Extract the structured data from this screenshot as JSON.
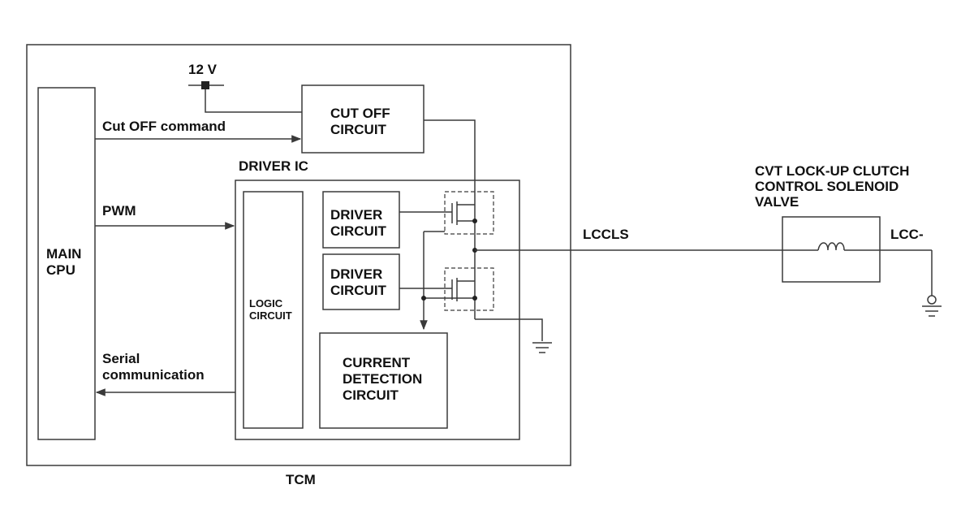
{
  "labels": {
    "supply": "12 V",
    "cut_off_command": "Cut OFF command",
    "cut_off_circuit_1": "CUT OFF",
    "cut_off_circuit_2": "CIRCUIT",
    "driver_ic": "DRIVER IC",
    "pwm": "PWM",
    "main_cpu_1": "MAIN",
    "main_cpu_2": "CPU",
    "logic_1": "LOGIC",
    "logic_2": "CIRCUIT",
    "driver1_1": "DRIVER",
    "driver1_2": "CIRCUIT",
    "driver2_1": "DRIVER",
    "driver2_2": "CIRCUIT",
    "current_1": "CURRENT",
    "current_2": "DETECTION",
    "current_3": "CIRCUIT",
    "serial_1": "Serial",
    "serial_2": "communication",
    "tcm": "TCM",
    "lccls": "LCCLS",
    "lcc_minus": "LCC-",
    "valve_1": "CVT LOCK-UP CLUTCH",
    "valve_2": "CONTROL SOLENOID",
    "valve_3": "VALVE"
  }
}
